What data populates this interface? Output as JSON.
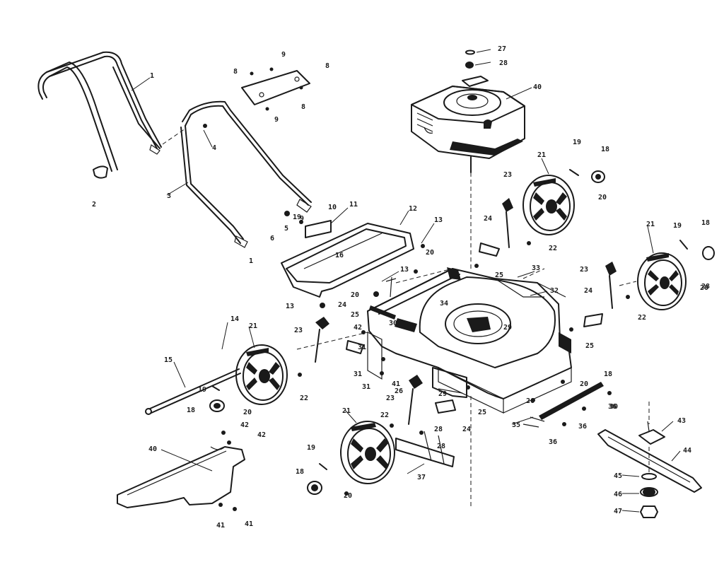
{
  "diagram": {
    "callouts": [
      {
        "id": "c1a",
        "text": "1"
      },
      {
        "id": "c1b",
        "text": "1"
      },
      {
        "id": "c2",
        "text": "2"
      },
      {
        "id": "c3",
        "text": "3"
      },
      {
        "id": "c4",
        "text": "4"
      },
      {
        "id": "c5",
        "text": "5"
      },
      {
        "id": "c6",
        "text": "6"
      },
      {
        "id": "c8a",
        "text": "8"
      },
      {
        "id": "c8b",
        "text": "8"
      },
      {
        "id": "c8c",
        "text": "8"
      },
      {
        "id": "c9a",
        "text": "9"
      },
      {
        "id": "c9b",
        "text": "9"
      },
      {
        "id": "c9c",
        "text": "9"
      },
      {
        "id": "c10",
        "text": "10"
      },
      {
        "id": "c11",
        "text": "11"
      },
      {
        "id": "c12",
        "text": "12"
      },
      {
        "id": "c13a",
        "text": "13"
      },
      {
        "id": "c13b",
        "text": "13"
      },
      {
        "id": "c13c",
        "text": "13"
      },
      {
        "id": "c14",
        "text": "14"
      },
      {
        "id": "c15",
        "text": "15"
      },
      {
        "id": "c16",
        "text": "16"
      },
      {
        "id": "c18a",
        "text": "18"
      },
      {
        "id": "c18b",
        "text": "18"
      },
      {
        "id": "c18c",
        "text": "18"
      },
      {
        "id": "c18d",
        "text": "18"
      },
      {
        "id": "c18e",
        "text": "18"
      },
      {
        "id": "c19a",
        "text": "19"
      },
      {
        "id": "c19b",
        "text": "19"
      },
      {
        "id": "c19c",
        "text": "19"
      },
      {
        "id": "c19d",
        "text": "19"
      },
      {
        "id": "c19e",
        "text": "19"
      },
      {
        "id": "c20a",
        "text": "20"
      },
      {
        "id": "c20b",
        "text": "20"
      },
      {
        "id": "c20c",
        "text": "20"
      },
      {
        "id": "c20d",
        "text": "20"
      },
      {
        "id": "c20e",
        "text": "20"
      },
      {
        "id": "c20f",
        "text": "20"
      },
      {
        "id": "c20g",
        "text": "20"
      },
      {
        "id": "c21a",
        "text": "21"
      },
      {
        "id": "c21b",
        "text": "21"
      },
      {
        "id": "c21c",
        "text": "21"
      },
      {
        "id": "c21d",
        "text": "21"
      },
      {
        "id": "c22a",
        "text": "22"
      },
      {
        "id": "c22b",
        "text": "22"
      },
      {
        "id": "c22c",
        "text": "22"
      },
      {
        "id": "c22d",
        "text": "22"
      },
      {
        "id": "c23a",
        "text": "23"
      },
      {
        "id": "c23b",
        "text": "23"
      },
      {
        "id": "c23c",
        "text": "23"
      },
      {
        "id": "c23d",
        "text": "23"
      },
      {
        "id": "c24a",
        "text": "24"
      },
      {
        "id": "c24b",
        "text": "24"
      },
      {
        "id": "c24c",
        "text": "24"
      },
      {
        "id": "c24d",
        "text": "24"
      },
      {
        "id": "c25a",
        "text": "25"
      },
      {
        "id": "c25b",
        "text": "25"
      },
      {
        "id": "c25c",
        "text": "25"
      },
      {
        "id": "c25d",
        "text": "25"
      },
      {
        "id": "c26a",
        "text": "26"
      },
      {
        "id": "c26b",
        "text": "26"
      },
      {
        "id": "c27",
        "text": "27"
      },
      {
        "id": "c28a",
        "text": "28"
      },
      {
        "id": "c28b",
        "text": "28"
      },
      {
        "id": "c28c",
        "text": "28"
      },
      {
        "id": "c28d",
        "text": "28"
      },
      {
        "id": "c29a",
        "text": "29"
      },
      {
        "id": "c29b",
        "text": "29"
      },
      {
        "id": "c30a",
        "text": "30"
      },
      {
        "id": "c30b",
        "text": "30"
      },
      {
        "id": "c31a",
        "text": "31"
      },
      {
        "id": "c31b",
        "text": "31"
      },
      {
        "id": "c31c",
        "text": "31"
      },
      {
        "id": "c32",
        "text": "32"
      },
      {
        "id": "c33",
        "text": "33"
      },
      {
        "id": "c34",
        "text": "34"
      },
      {
        "id": "c35",
        "text": "35"
      },
      {
        "id": "c36a",
        "text": "36"
      },
      {
        "id": "c36b",
        "text": "36"
      },
      {
        "id": "c36c",
        "text": "36"
      },
      {
        "id": "c37",
        "text": "37"
      },
      {
        "id": "c40a",
        "text": "40"
      },
      {
        "id": "c40b",
        "text": "40"
      },
      {
        "id": "c41a",
        "text": "41"
      },
      {
        "id": "c41b",
        "text": "41"
      },
      {
        "id": "c41c",
        "text": "41"
      },
      {
        "id": "c42a",
        "text": "42"
      },
      {
        "id": "c42b",
        "text": "42"
      },
      {
        "id": "c42c",
        "text": "42"
      },
      {
        "id": "c43",
        "text": "43"
      },
      {
        "id": "c44",
        "text": "44"
      },
      {
        "id": "c45",
        "text": "45"
      },
      {
        "id": "c46",
        "text": "46"
      },
      {
        "id": "c47",
        "text": "47"
      }
    ]
  }
}
